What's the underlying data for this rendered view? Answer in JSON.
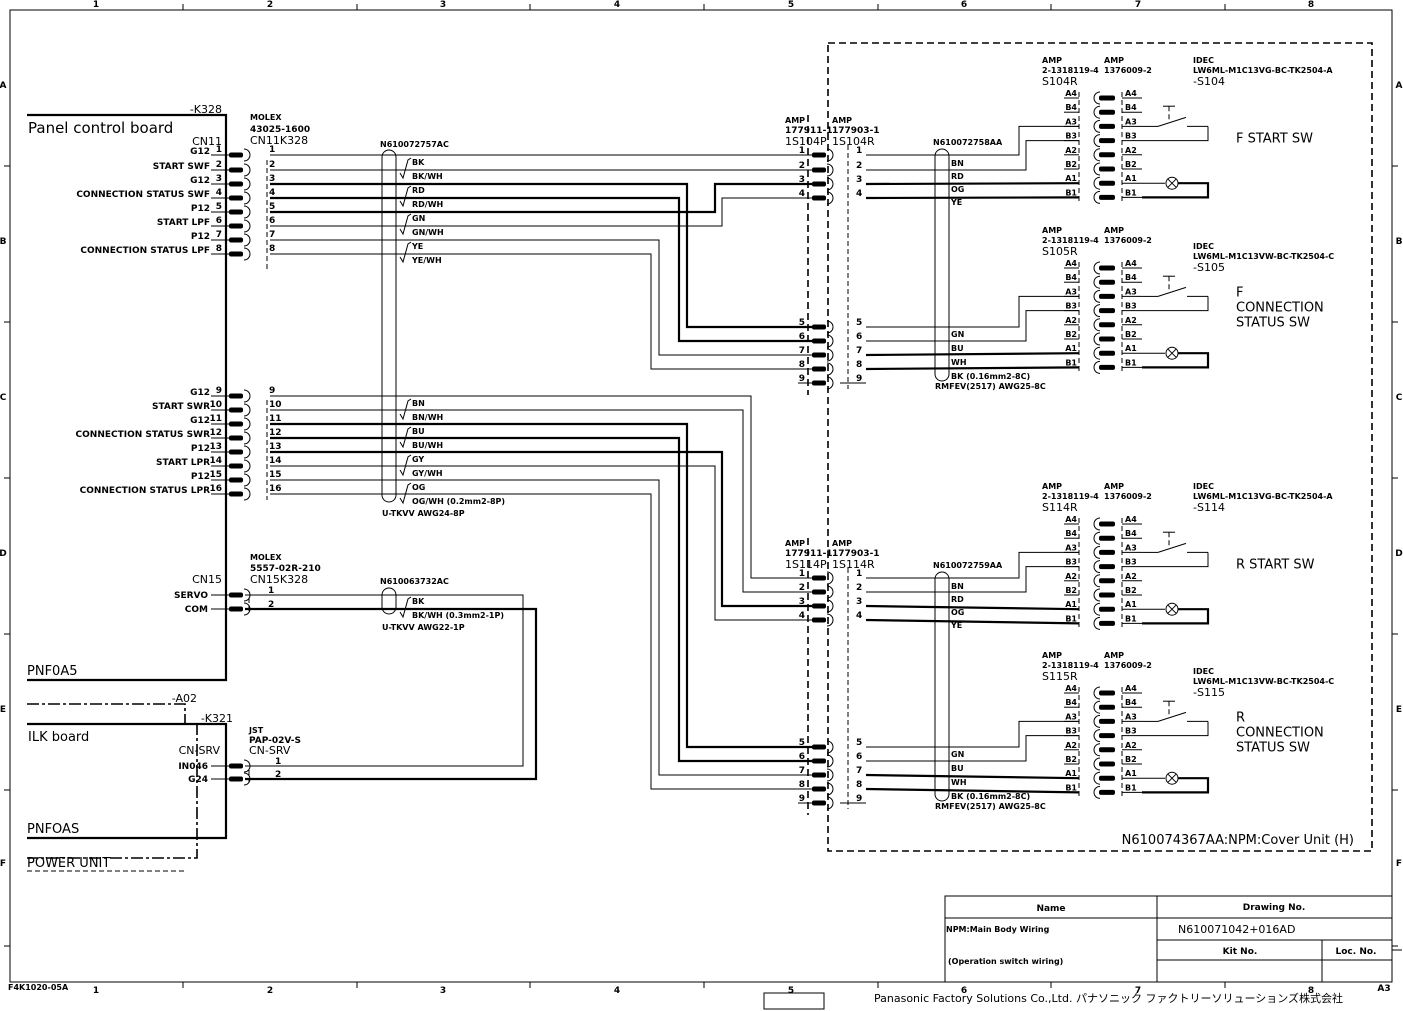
{
  "frame": {
    "columns": [
      "1",
      "2",
      "3",
      "4",
      "5",
      "6",
      "7",
      "8"
    ],
    "rows": [
      "A",
      "B",
      "C",
      "D",
      "E",
      "F"
    ],
    "sheet_id": "F4K1020-05A",
    "sheet_size": "A3",
    "company": "Panasonic Factory Solutions Co.,Ltd. パナソニック ファクトリーソリューションズ株式会社"
  },
  "panel_board": {
    "ref": "-K328",
    "title": "Panel control board",
    "footer": "PNF0A5",
    "cn11": {
      "label": "CN11",
      "maker": "MOLEX",
      "part": "43025-1600",
      "mating": "CN11K328",
      "pins": [
        {
          "num": "1",
          "signal": "G12"
        },
        {
          "num": "2",
          "signal": "START SWF"
        },
        {
          "num": "3",
          "signal": "G12"
        },
        {
          "num": "4",
          "signal": "CONNECTION STATUS SWF"
        },
        {
          "num": "5",
          "signal": "P12"
        },
        {
          "num": "6",
          "signal": "START LPF"
        },
        {
          "num": "7",
          "signal": "P12"
        },
        {
          "num": "8",
          "signal": "CONNECTION STATUS LPF"
        },
        {
          "num": "9",
          "signal": "G12"
        },
        {
          "num": "10",
          "signal": "START SWR"
        },
        {
          "num": "11",
          "signal": "G12"
        },
        {
          "num": "12",
          "signal": "CONNECTION STATUS SWR"
        },
        {
          "num": "13",
          "signal": "P12"
        },
        {
          "num": "14",
          "signal": "START LPR"
        },
        {
          "num": "15",
          "signal": "P12"
        },
        {
          "num": "16",
          "signal": "CONNECTION STATUS LPR"
        }
      ]
    },
    "cn15": {
      "label": "CN15",
      "maker": "MOLEX",
      "part": "5557-02R-210",
      "mating": "CN15K328",
      "pins": [
        {
          "num": "1",
          "signal": "SERVO"
        },
        {
          "num": "2",
          "signal": "COM"
        }
      ]
    }
  },
  "cable_main": {
    "id": "N610072757AC",
    "colors": [
      "BK",
      "BK/WH",
      "RD",
      "RD/WH",
      "GN",
      "GN/WH",
      "YE",
      "YE/WH",
      "BN",
      "BN/WH",
      "BU",
      "BU/WH",
      "GY",
      "GY/WH",
      "OG",
      "OG/WH (0.2mm2-8P)"
    ],
    "spec": "U-TKVV AWG24-8P"
  },
  "cable_servo": {
    "id": "N610063732AC",
    "colors": [
      "BK",
      "BK/WH (0.3mm2-1P)"
    ],
    "spec": "U-TKVV AWG22-1P"
  },
  "ilk_board": {
    "parent_ref": "-A02",
    "ref": "-K321",
    "title": "ILK board",
    "footer": "PNFOAS",
    "power_unit": "POWER UNIT",
    "cn_srv": {
      "label": "CN-SRV",
      "maker": "JST",
      "part": "PAP-02V-S",
      "mating": "CN-SRV",
      "pins": [
        {
          "num": "1",
          "signal": "IN046"
        },
        {
          "num": "2",
          "signal": "G24"
        }
      ]
    }
  },
  "cover_unit": {
    "label": "N610074367AA:NPM:Cover Unit (H)",
    "junctions": [
      {
        "p_maker": "AMP",
        "p_part": "177911-1",
        "p_ref": "1S104P",
        "r_maker": "AMP",
        "r_part": "177903-1",
        "r_ref": "1S104R",
        "pins": [
          "1",
          "2",
          "3",
          "4",
          "5",
          "6",
          "7",
          "8",
          "9"
        ],
        "cable_id": "N610072758AA",
        "cable_colors_top": [
          "BN",
          "RD",
          "OG",
          "YE"
        ],
        "cable_colors_bottom": [
          "GN",
          "BU",
          "WH"
        ],
        "cable_spec": "BK (0.16mm2-8C)",
        "cable_type": "RMFEV(2517)  AWG25-8C"
      },
      {
        "p_maker": "AMP",
        "p_part": "177911-1",
        "p_ref": "1S114P",
        "r_maker": "AMP",
        "r_part": "177903-1",
        "r_ref": "1S114R",
        "pins": [
          "1",
          "2",
          "3",
          "4",
          "5",
          "6",
          "7",
          "8",
          "9"
        ],
        "cable_id": "N610072759AA",
        "cable_colors_top": [
          "BN",
          "RD",
          "OG",
          "YE"
        ],
        "cable_colors_bottom": [
          "GN",
          "BU",
          "WH"
        ],
        "cable_spec": "BK (0.16mm2-8C)",
        "cable_type": "RMFEV(2517)  AWG25-8C"
      }
    ],
    "switches": [
      {
        "hdr_maker1": "AMP",
        "hdr_part1": "2-1318119-4",
        "hdr_maker2": "AMP",
        "hdr_part2": "1376009-2",
        "conn_ref": "S104R",
        "idec": "IDEC",
        "model": "LW6ML-M1C13VG-BC-TK2504-A",
        "ref": "-S104",
        "name_lines": [
          "F START SW"
        ]
      },
      {
        "hdr_maker1": "AMP",
        "hdr_part1": "2-1318119-4",
        "hdr_maker2": "AMP",
        "hdr_part2": "1376009-2",
        "conn_ref": "S105R",
        "idec": "IDEC",
        "model": "LW6ML-M1C13VW-BC-TK2504-C",
        "ref": "-S105",
        "name_lines": [
          "F",
          "CONNECTION",
          "STATUS SW"
        ]
      },
      {
        "hdr_maker1": "AMP",
        "hdr_part1": "2-1318119-4",
        "hdr_maker2": "AMP",
        "hdr_part2": "1376009-2",
        "conn_ref": "S114R",
        "idec": "IDEC",
        "model": "LW6ML-M1C13VG-BC-TK2504-A",
        "ref": "-S114",
        "name_lines": [
          "R START SW"
        ]
      },
      {
        "hdr_maker1": "AMP",
        "hdr_part1": "2-1318119-4",
        "hdr_maker2": "AMP",
        "hdr_part2": "1376009-2",
        "conn_ref": "S115R",
        "idec": "IDEC",
        "model": "LW6ML-M1C13VW-BC-TK2504-C",
        "ref": "-S115",
        "name_lines": [
          "R",
          "CONNECTION",
          "STATUS SW"
        ]
      }
    ],
    "switch_pins": [
      "A4",
      "B4",
      "A3",
      "B3",
      "A2",
      "B2",
      "A1",
      "B1"
    ]
  },
  "title_block": {
    "name_header": "Name",
    "drawing_header": "Drawing No.",
    "name_line1": "NPM:Main Body Wiring",
    "name_line2": "(Operation switch wiring)",
    "drawing_no": "N610071042+016AD",
    "kit_header": "Kit No.",
    "loc_header": "Loc. No.",
    "kit_value": "",
    "loc_value": ""
  }
}
